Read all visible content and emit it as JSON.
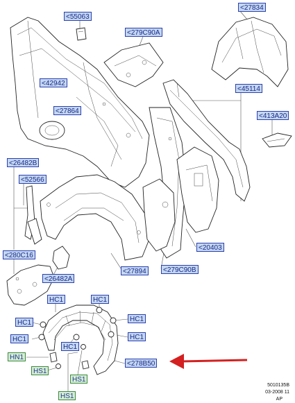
{
  "labels": {
    "l55063": "<55063",
    "l27834": "<27834",
    "l279C90A": "<279C90A",
    "l42942": "<42942",
    "l45114": "<45114",
    "l27864": "<27864",
    "l413A20": "<413A20",
    "l26482B": "<26482B",
    "l52566": "<52566",
    "l280C16": "<280C16",
    "l20403": "<20403",
    "l26482A": "<26482A",
    "l27894": "<27894",
    "l279C90B": "<279C90B",
    "hc1_a": "HC1",
    "hc1_b": "HC1",
    "hc1_c": "HC1",
    "hc1_d": "HC1",
    "hc1_e": "HC1",
    "hc1_f": "HC1",
    "hc1_g": "HC1",
    "hn1": "HN1",
    "hs1_a": "HS1",
    "hs1_b": "HS1",
    "hs1_c": "HS1",
    "l278B50": "<278B50"
  },
  "footer": {
    "ref": "5010135B",
    "date": "03-2008 11",
    "code": "AP"
  },
  "colors": {
    "label_fill": "#c4d7f2",
    "label_border": "#2a3fae",
    "green_fill": "#d6ecd6",
    "green_border": "#3a8a3a",
    "arrow": "#d42020"
  }
}
